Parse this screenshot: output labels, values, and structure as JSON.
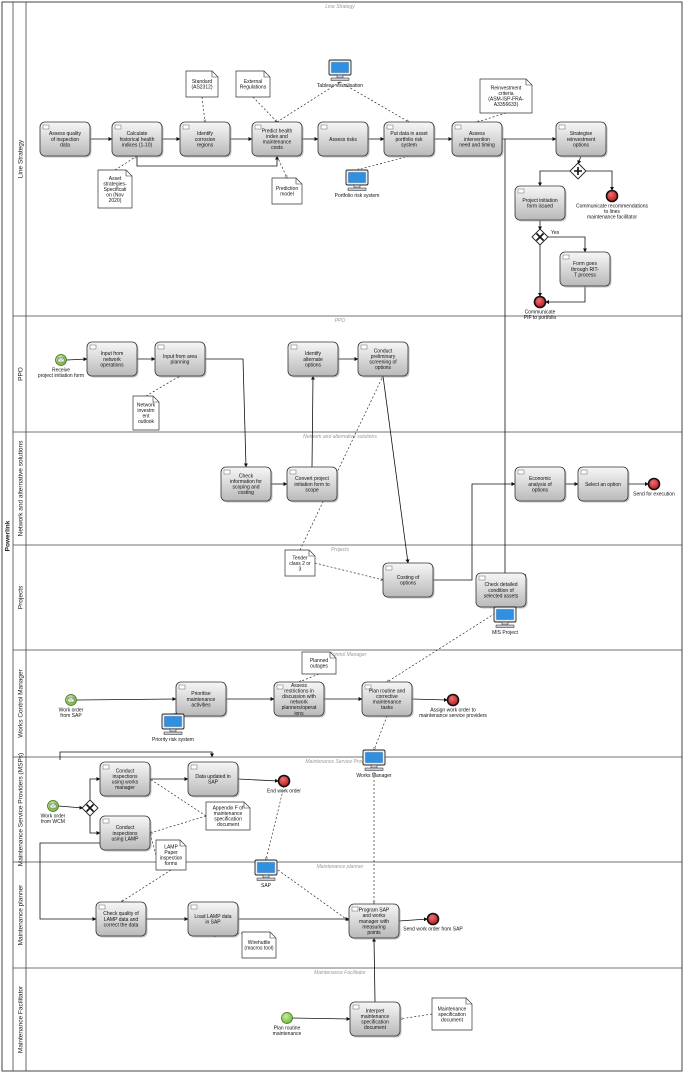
{
  "pool": {
    "label": "Powerlink"
  },
  "lanes": [
    {
      "id": "ls",
      "label": "Line Strategy",
      "header": "Line Strategy"
    },
    {
      "id": "ppo",
      "label": "PPO",
      "header": "PPO"
    },
    {
      "id": "nas",
      "label": "Network and alternative solutions",
      "header": "Network and alternative solutions"
    },
    {
      "id": "proj",
      "label": "Projects",
      "header": "Projects"
    },
    {
      "id": "wcm",
      "label": "Works Control Manager",
      "header": "Works Control Manager"
    },
    {
      "id": "msp",
      "label": "Maintenance Service Providers (MSPs)",
      "header": "Maintenance Service Providers"
    },
    {
      "id": "mp",
      "label": "Maintenance planner",
      "header": "Maintenance planner"
    },
    {
      "id": "mf",
      "label": "Maintenance Facilitator",
      "header": "Maintenance Facilitator"
    }
  ],
  "tasks": [
    {
      "id": "t1",
      "lines": [
        "Assess quality",
        "of inspection",
        "data"
      ]
    },
    {
      "id": "t2",
      "lines": [
        "Calculate",
        "historical health",
        "indices (1-10)"
      ]
    },
    {
      "id": "t3",
      "lines": [
        "Identify",
        "corrosion",
        "regions"
      ]
    },
    {
      "id": "t4",
      "lines": [
        "Predict health",
        "index and",
        "maintenance",
        "costs"
      ]
    },
    {
      "id": "t5",
      "lines": [
        "Assess risks"
      ]
    },
    {
      "id": "t6",
      "lines": [
        "Put data in asset",
        "portfolio risk",
        "system"
      ]
    },
    {
      "id": "t7",
      "lines": [
        "Assess",
        "intervention",
        "need and timing"
      ]
    },
    {
      "id": "t8",
      "lines": [
        "Strategise",
        "reinvestment",
        "options"
      ]
    },
    {
      "id": "t9",
      "lines": [
        "Project initiation",
        "form issued"
      ]
    },
    {
      "id": "t10",
      "lines": [
        "Form goes",
        "through RIT-",
        "T process"
      ]
    },
    {
      "id": "t11",
      "lines": [
        "Input from",
        "network",
        "operations"
      ]
    },
    {
      "id": "t12",
      "lines": [
        "Input from area",
        "planning"
      ]
    },
    {
      "id": "t13",
      "lines": [
        "Identify",
        "alternate",
        "options"
      ]
    },
    {
      "id": "t14",
      "lines": [
        "Conduct",
        "preliminary",
        "screening of",
        "options"
      ]
    },
    {
      "id": "t15",
      "lines": [
        "Check",
        "information for",
        "scoping and",
        "costing"
      ]
    },
    {
      "id": "t16",
      "lines": [
        "Convert project",
        "initiation form to",
        "scope"
      ]
    },
    {
      "id": "t17",
      "lines": [
        "Economic",
        "analysis of",
        "options"
      ]
    },
    {
      "id": "t18",
      "lines": [
        "Select an option"
      ]
    },
    {
      "id": "t19",
      "lines": [
        "Costing of",
        "options"
      ]
    },
    {
      "id": "t20",
      "lines": [
        "Check detailed",
        "condition of",
        "selected assets"
      ]
    },
    {
      "id": "t21",
      "lines": [
        "Prioritise",
        "maintenance",
        "activities"
      ]
    },
    {
      "id": "t22",
      "lines": [
        "Assess",
        "restrictions in",
        "discussion with",
        "network",
        "planners/operat",
        "ions"
      ]
    },
    {
      "id": "t23",
      "lines": [
        "Plan routine and",
        "corrective",
        "maintenance",
        "tasks"
      ]
    },
    {
      "id": "t24",
      "lines": [
        "Conduct",
        "inspections",
        "using works",
        "manager"
      ]
    },
    {
      "id": "t25",
      "lines": [
        "Data updated in",
        "SAP"
      ]
    },
    {
      "id": "t26",
      "lines": [
        "Conduct",
        "inspections",
        "using LAMP"
      ]
    },
    {
      "id": "t27",
      "lines": [
        "Check quality of",
        "LAMP data and",
        "correct the data"
      ]
    },
    {
      "id": "t28",
      "lines": [
        "Load LAMP data",
        "in SAP"
      ]
    },
    {
      "id": "t29",
      "lines": [
        "Program SAP",
        "and works",
        "manager with",
        "measuring",
        "points"
      ]
    },
    {
      "id": "t30",
      "lines": [
        "Interpret",
        "maintenance",
        "specification",
        "document"
      ]
    }
  ],
  "documents": [
    {
      "id": "d1",
      "lines": [
        "Standard",
        "(AS2312)"
      ]
    },
    {
      "id": "d2",
      "lines": [
        "External",
        "Regulations"
      ]
    },
    {
      "id": "d3",
      "lines": [
        "Asset",
        "strategies-",
        "Specificati",
        "on (Nov",
        "2020)"
      ]
    },
    {
      "id": "d4",
      "lines": [
        "Prediction",
        "model"
      ]
    },
    {
      "id": "d5",
      "lines": [
        "Reinvestment",
        "criteria",
        "(ASM-ISP-FRA-",
        "A3356633)"
      ]
    },
    {
      "id": "d6",
      "lines": [
        "Network",
        "investm",
        "ent",
        "outlook"
      ]
    },
    {
      "id": "d7",
      "lines": [
        "Tender",
        "class 2 or",
        "3"
      ]
    },
    {
      "id": "d8",
      "lines": [
        "Planned",
        "outages"
      ]
    },
    {
      "id": "d9",
      "lines": [
        "Appendix F of",
        "maintenance",
        "specification",
        "document"
      ]
    },
    {
      "id": "d10",
      "lines": [
        "LAMP",
        "Paper",
        "inspection",
        "forms"
      ]
    },
    {
      "id": "d11",
      "lines": [
        "Wirehuttle",
        "(macros tool)"
      ]
    },
    {
      "id": "d12",
      "lines": [
        "Maintenance",
        "specification",
        "document"
      ]
    }
  ],
  "systems": [
    {
      "id": "s1",
      "label": "Tableau visualisation"
    },
    {
      "id": "s2",
      "label": "Portfolio risk system"
    },
    {
      "id": "s3",
      "label": "MIS Project"
    },
    {
      "id": "s4",
      "label": "Priority risk system"
    },
    {
      "id": "s5",
      "label": "Works Manager"
    },
    {
      "id": "s6",
      "label": "SAP"
    }
  ],
  "events": [
    {
      "id": "e1",
      "type": "end",
      "lines": [
        "Communicate recommendations",
        "to lines",
        "maintenance facilitator"
      ]
    },
    {
      "id": "e2",
      "type": "end",
      "lines": [
        "Communicate",
        "PIF to portfolio"
      ]
    },
    {
      "id": "e3",
      "type": "start-message",
      "lines": [
        "Receive",
        "project initiation form"
      ]
    },
    {
      "id": "e4",
      "type": "end",
      "lines": [
        "Send for execution"
      ]
    },
    {
      "id": "e5",
      "type": "start-message",
      "lines": [
        "Work order",
        "from SAP"
      ]
    },
    {
      "id": "e6",
      "type": "end",
      "lines": [
        "Assign work order to",
        "maintenance service providers"
      ]
    },
    {
      "id": "e7",
      "type": "start-message",
      "lines": [
        "Work order",
        "from WCM"
      ]
    },
    {
      "id": "e8",
      "type": "end",
      "lines": [
        "End work order"
      ]
    },
    {
      "id": "e9",
      "type": "end",
      "lines": [
        "Send work order from SAP"
      ]
    },
    {
      "id": "e10",
      "type": "start",
      "lines": [
        "Plan routine",
        "maintenance"
      ]
    }
  ],
  "flow_labels": {
    "yes": "Yes"
  },
  "colors": {
    "task_top": "#f4f4f4",
    "task_bottom": "#b8b8b8",
    "end_event": "#d9252a",
    "start_event": "#8fcf4f",
    "lane_line": "#555555"
  }
}
